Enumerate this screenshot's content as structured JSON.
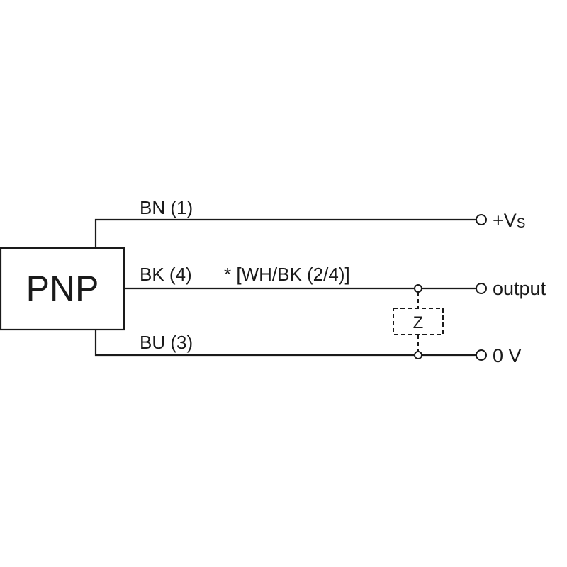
{
  "diagram": {
    "type": "PNP sensor wiring diagram",
    "device_label": "PNP",
    "wires": [
      {
        "id": "bn",
        "label": "BN (1)",
        "terminal": "+V",
        "terminal_sub": "S"
      },
      {
        "id": "bk",
        "label": "BK (4)",
        "alt_label": "* [WH/BK (2/4)]",
        "terminal": "output"
      },
      {
        "id": "bu",
        "label": "BU (3)",
        "terminal": "0 V"
      }
    ],
    "load_label": "Z",
    "colors": {
      "line": "#1a1a1a",
      "background": "#ffffff"
    }
  }
}
